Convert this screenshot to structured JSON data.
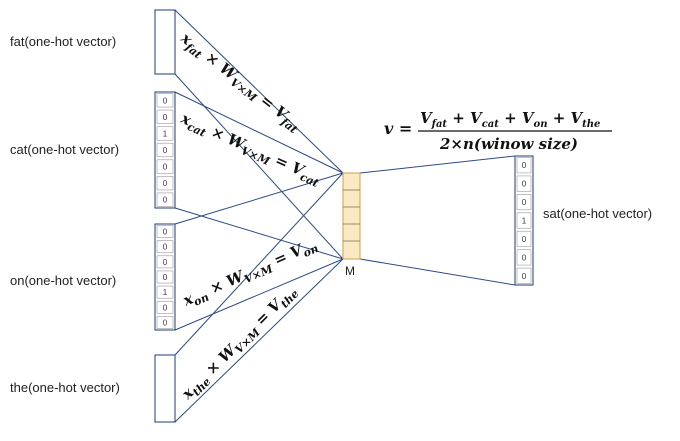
{
  "labels": {
    "fat": "fat(one-hot vector)",
    "cat": "cat(one-hot vector)",
    "on": "on(one-hot vector)",
    "the": "the(one-hot vector)",
    "sat": "sat(one-hot vector)",
    "hidden": "M"
  },
  "vectors": {
    "cat": [
      "0",
      "0",
      "1",
      "0",
      "0",
      "0",
      "0"
    ],
    "on": [
      "0",
      "0",
      "0",
      "0",
      "1",
      "0",
      "0"
    ],
    "sat": [
      "0",
      "0",
      "0",
      "1",
      "0",
      "0",
      "0"
    ]
  },
  "formulas": {
    "fat": "x_fat × W_V×M = V_fat",
    "cat": "x_cat × W_V×M = V_cat",
    "on": "x_on × W_V×M = V_on",
    "the": "x_the × W_V×M = V_the",
    "average": "v = (V_fat + V_cat + V_on + V_the) / 2×n(winow size)"
  },
  "colors": {
    "line": "#2c4a86",
    "box": "#1f3b73",
    "hidden_fill": "#fbe9c3",
    "hidden_stroke": "#c9a24a"
  }
}
